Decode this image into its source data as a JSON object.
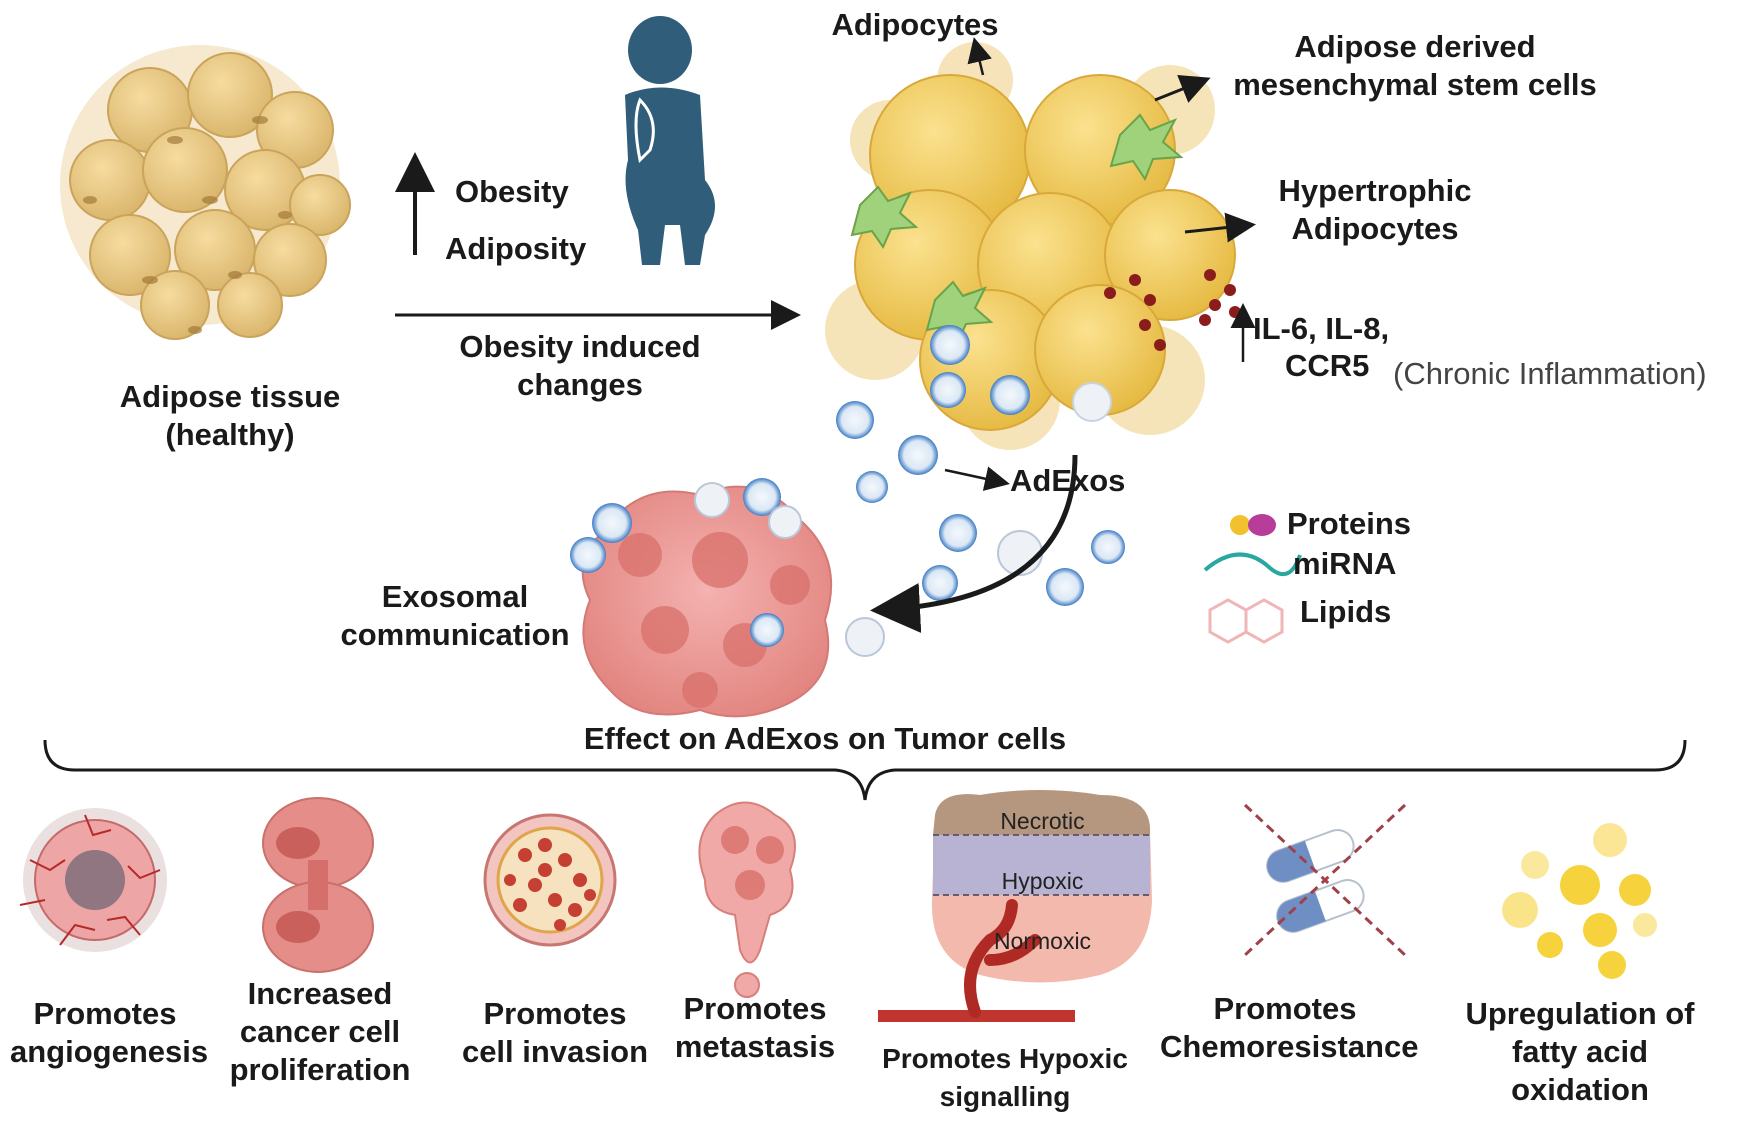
{
  "top": {
    "healthy_label_1": "Adipose tissue",
    "healthy_label_2": "(healthy)",
    "obesity": "Obesity",
    "adiposity": "Adiposity",
    "changes_1": "Obesity induced",
    "changes_2": "changes",
    "adipocytes": "Adipocytes",
    "stem_1": "Adipose derived",
    "stem_2": "mesenchymal stem cells",
    "hyper_1": "Hypertrophic",
    "hyper_2": "Adipocytes",
    "il_1": "IL-6, IL-8,",
    "il_2": "CCR5",
    "chronic": "(Chronic Inflammation)",
    "adexos": "AdExos",
    "exo_1": "Exosomal",
    "exo_2": "communication"
  },
  "legend": {
    "proteins": "Proteins",
    "mirna": "miRNA",
    "lipids": "Lipids"
  },
  "effect_title": "Effect on AdExos on Tumor cells",
  "effects": {
    "angio_1": "Promotes",
    "angio_2": "angiogenesis",
    "prolif_1": "Increased",
    "prolif_2": "cancer cell",
    "prolif_3": "proliferation",
    "invasion_1": "Promotes",
    "invasion_2": "cell invasion",
    "meta_1": "Promotes",
    "meta_2": "metastasis",
    "hypoxic_1": "Promotes Hypoxic",
    "hypoxic_2": "signalling",
    "chemo_1": "Promotes",
    "chemo_2": "Chemoresistance",
    "fatty_1": "Upregulation of",
    "fatty_2": "fatty acid",
    "fatty_3": "oxidation"
  },
  "tumor_zones": {
    "necrotic": "Necrotic",
    "hypoxic": "Hypoxic",
    "normoxic": "Normoxic"
  },
  "colors": {
    "adipocyte": "#f2c24e",
    "adipocyte_pale": "#f6deb0",
    "tumor": "#ec9a9a",
    "exosome": "#6ea8dc",
    "arrow": "#1a1a1a"
  }
}
